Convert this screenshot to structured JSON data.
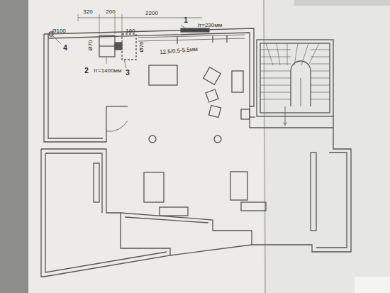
{
  "diagram": {
    "labels": [
      "320",
      "200",
      "2200",
      "1",
      "lт=230мм",
      "12,5/0,5-5,5мм",
      "Ø100",
      "4",
      "Ø70",
      "2",
      "lт=1400мм",
      "3",
      "160",
      "Ø76"
    ]
  }
}
